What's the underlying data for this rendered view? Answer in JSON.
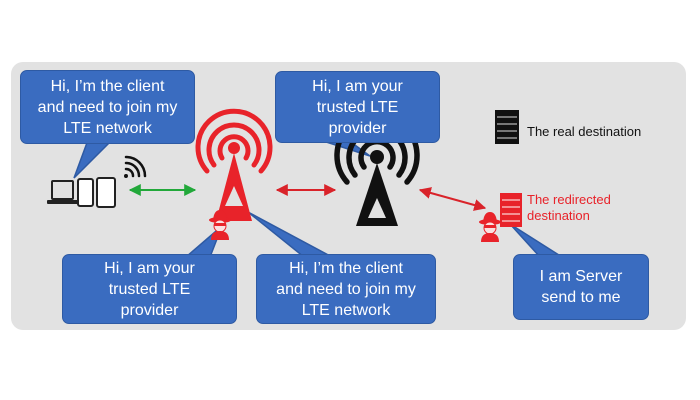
{
  "bubbles": {
    "client_top": [
      "Hi, I’m the client",
      "and need to join my",
      "LTE network"
    ],
    "provider_top": [
      "Hi, I am your",
      "trusted LTE",
      "provider"
    ],
    "provider_bottom": [
      "Hi, I am your",
      "trusted LTE",
      "provider"
    ],
    "client_bottom": [
      "Hi, I’m the client",
      "and need to join my",
      "LTE network"
    ],
    "server": [
      "I am Server",
      "send to me"
    ]
  },
  "legend": {
    "real_destination": "The real destination",
    "redirected_destination": [
      "The redirected",
      "destination"
    ]
  },
  "colors": {
    "bubble_fill": "#3a6cc0",
    "attacker_red": "#e8232a",
    "link_green": "#22a83a",
    "link_red": "#d9232a",
    "panel_bg": "#e2e2e2",
    "tower_black": "#111111"
  },
  "icons": [
    "devices-icon",
    "wifi-signal-icon",
    "rogue-tower-icon",
    "hacker-icon",
    "legit-tower-icon",
    "server-icon",
    "redirected-server-icon"
  ]
}
